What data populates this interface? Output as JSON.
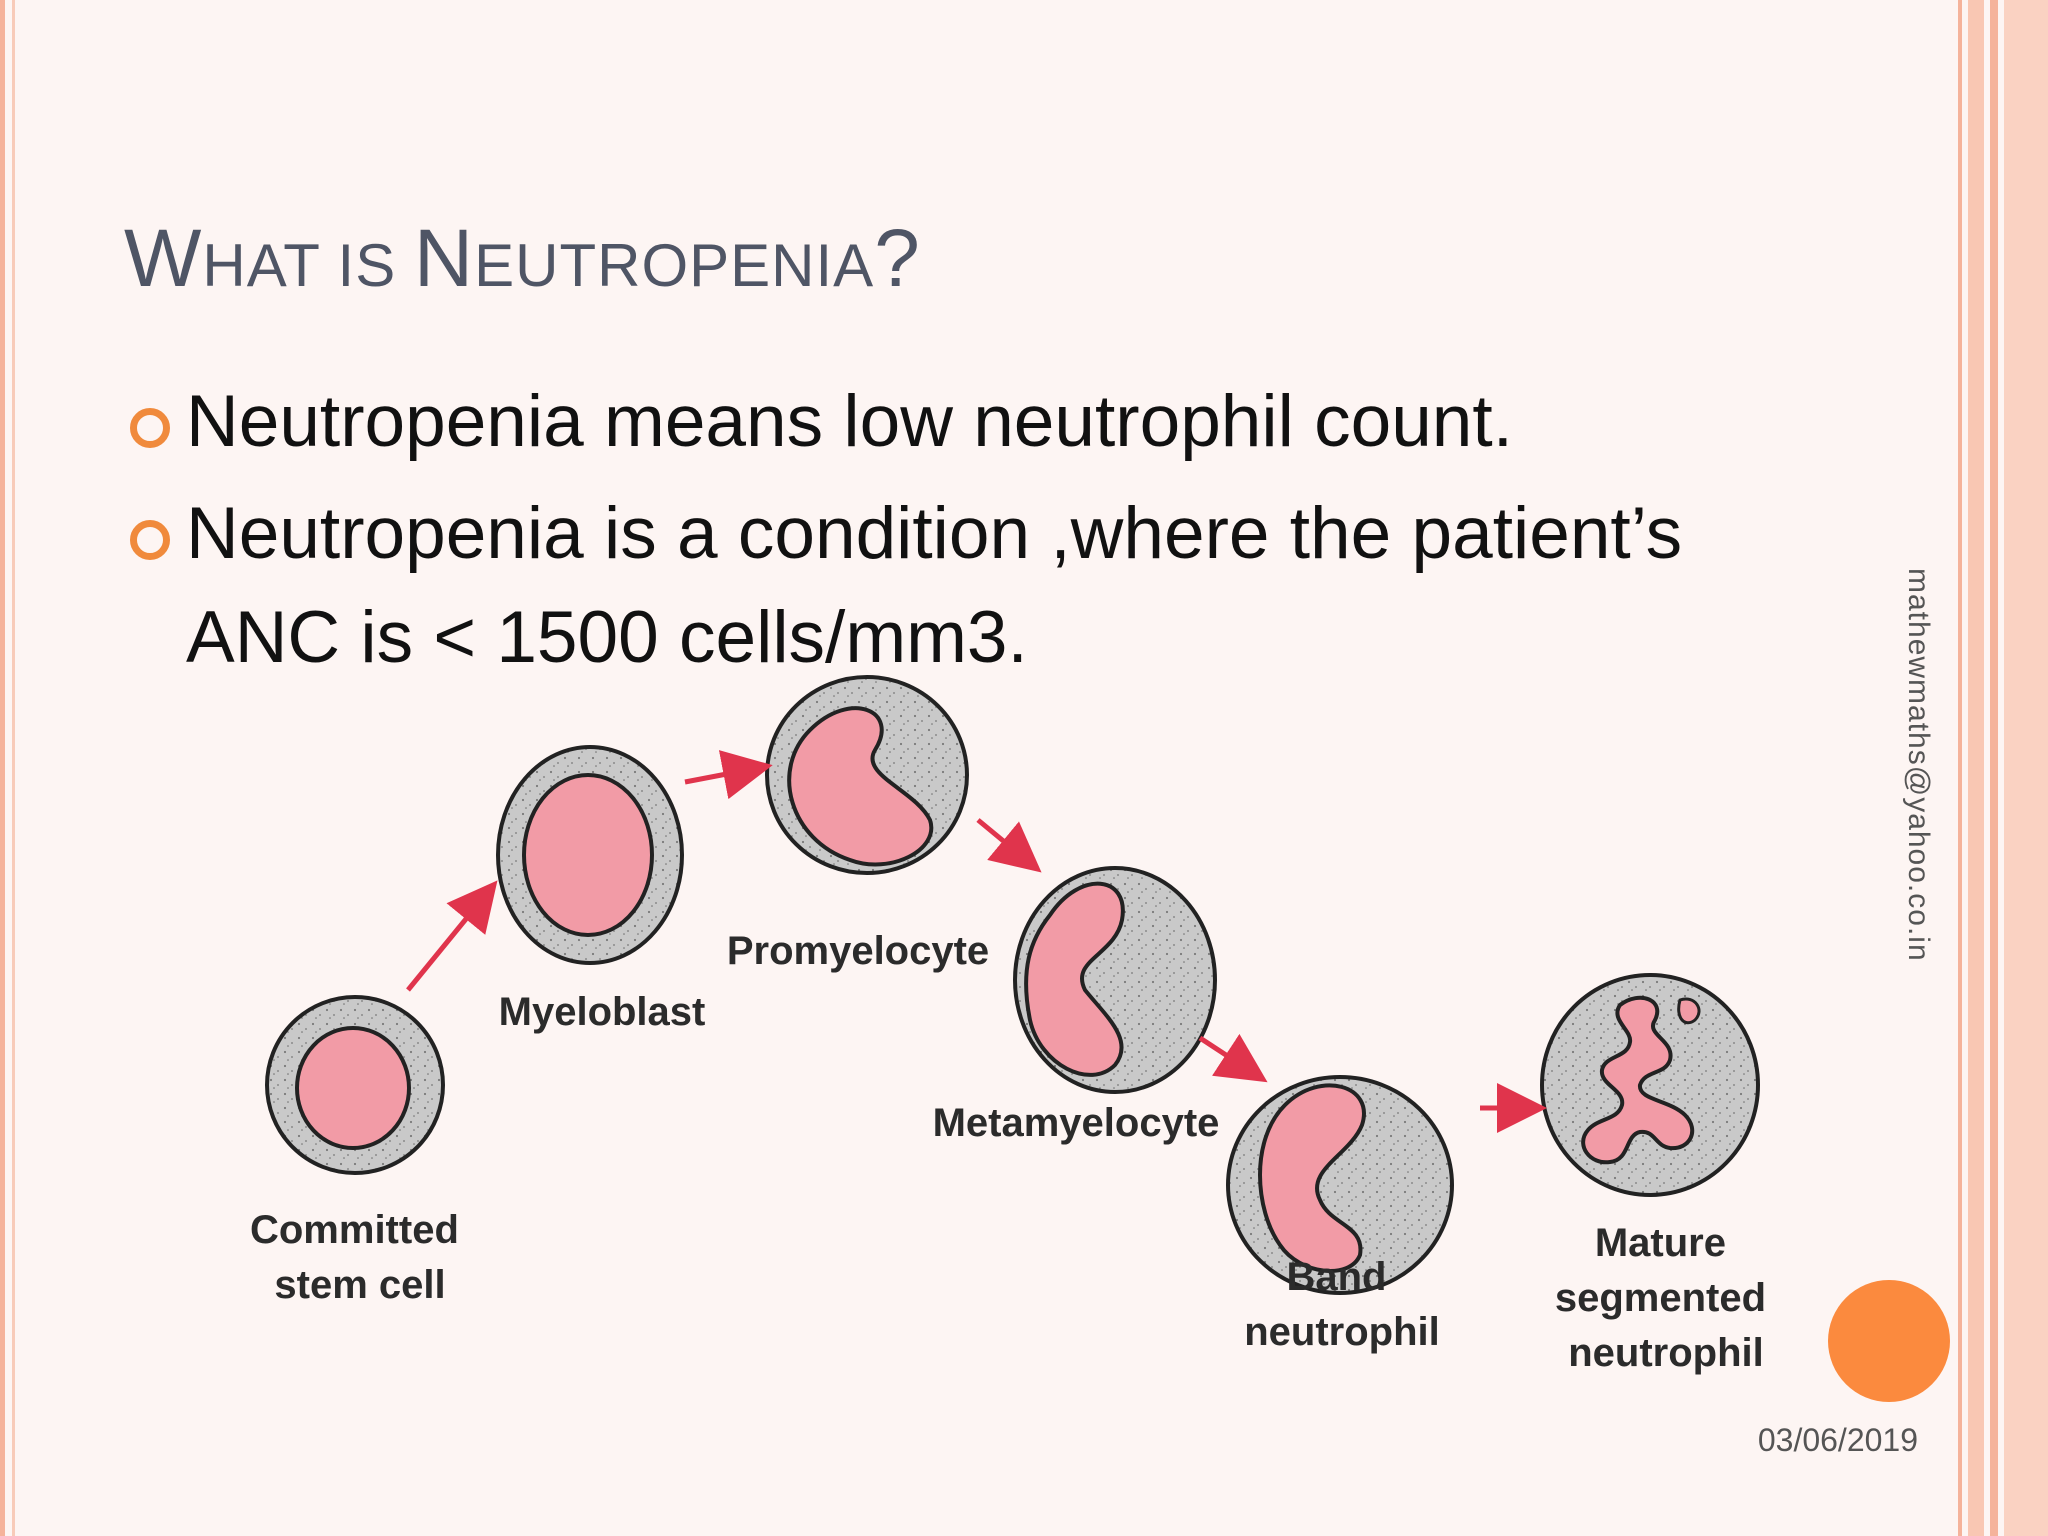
{
  "slide": {
    "title_parts": [
      {
        "big": "W",
        "small": "HAT IS "
      },
      {
        "big": "N",
        "small": "EUTROPENIA"
      },
      {
        "big": "?",
        "small": ""
      }
    ],
    "bullets": [
      {
        "text": "Neutropenia means low neutrophil count."
      },
      {
        "text": "Neutropenia is a condition ,where the patient’s ANC is < 1500 cells/mm3."
      }
    ],
    "diagram": {
      "stages": [
        {
          "label_lines": [
            "Committed",
            "stem cell"
          ]
        },
        {
          "label_lines": [
            "Myeloblast"
          ]
        },
        {
          "label_lines": [
            "Promyelocyte"
          ]
        },
        {
          "label_lines": [
            "Metamyelocyte"
          ]
        },
        {
          "label_lines": [
            "Band",
            "neutrophil"
          ]
        },
        {
          "label_lines": [
            "Mature",
            "segmented",
            "neutrophil"
          ]
        }
      ]
    },
    "side_text": "mathewmaths@yahoo.co.in",
    "date": "03/06/2019",
    "colors": {
      "accent": "#f08a3c",
      "title": "#4f5565",
      "background": "#fdf5f3",
      "stripe": "#f7b9a2",
      "nucleus": "#f29ba6",
      "cytoplasm": "#c9c9c9",
      "arrow": "#e0344c"
    }
  }
}
